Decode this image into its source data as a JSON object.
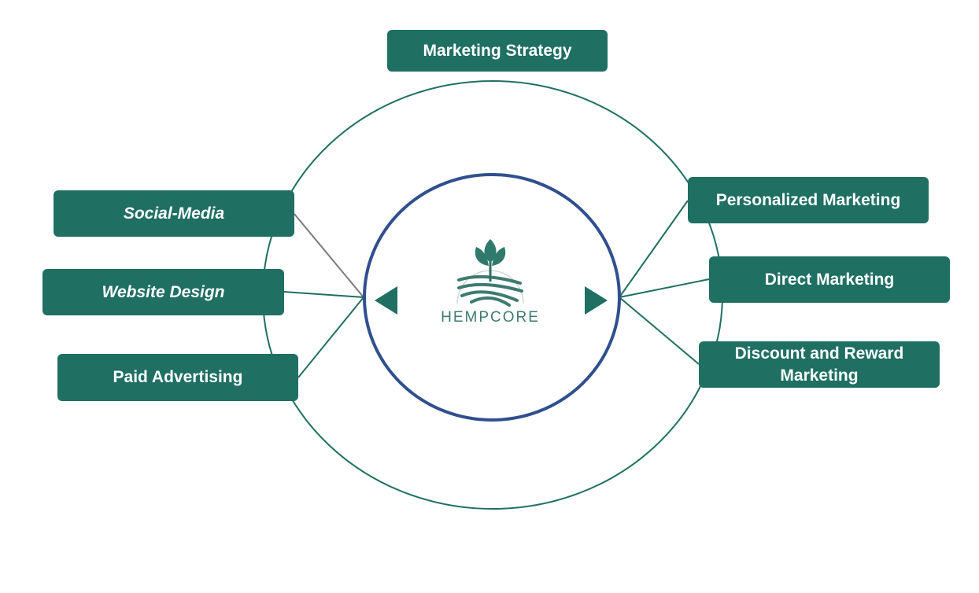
{
  "title": "Marketing Strategy",
  "left_items": [
    {
      "label": "Social-Media"
    },
    {
      "label": "Website Design"
    },
    {
      "label": "Paid Advertising"
    }
  ],
  "right_items": [
    {
      "label": "Personalized Marketing"
    },
    {
      "label": "Direct Marketing"
    },
    {
      "label": "Discount and Reward Marketing"
    }
  ],
  "center": {
    "brand": "HEMPCORE",
    "icon": "hempcore-leaf-logo"
  },
  "colors": {
    "box_fill": "#1f6f63",
    "outer_circle": "#1f6f63",
    "inner_circle": "#2f4f8f",
    "connector_gray": "#7a7a7a",
    "text": "#ffffff"
  }
}
